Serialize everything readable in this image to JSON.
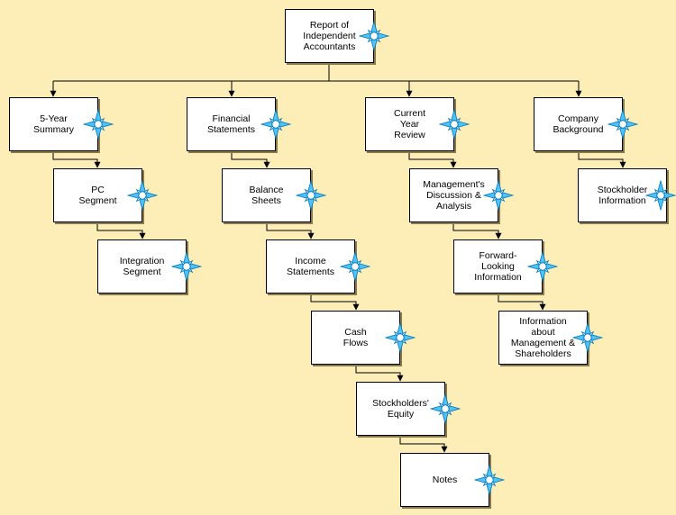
{
  "colors": {
    "background": "#fdedb7",
    "box_fill": "#ffffff",
    "line": "#000000",
    "star_fill": "#4fc3f7",
    "star_dark": "#0277bd"
  },
  "icon": "compass-star-icon",
  "nodes": {
    "root": {
      "label": "Report of\nIndependent\nAccountants"
    },
    "five_year_summary": {
      "label": "5-Year\nSummary"
    },
    "pc_segment": {
      "label": "PC\nSegment"
    },
    "integration_segment": {
      "label": "Integration\nSegment"
    },
    "financial_statements": {
      "label": "Financial\nStatements"
    },
    "balance_sheets": {
      "label": "Balance\nSheets"
    },
    "income_statements": {
      "label": "Income\nStatements"
    },
    "cash_flows": {
      "label": "Cash\nFlows"
    },
    "stockholders_equity": {
      "label": "Stockholders'\nEquity"
    },
    "notes": {
      "label": "Notes"
    },
    "current_year_review": {
      "label": "Current\nYear\nReview"
    },
    "mdna": {
      "label": "Management's\nDiscussion &\nAnalysis"
    },
    "forward_looking": {
      "label": "Forward-\nLooking\nInformation"
    },
    "info_management": {
      "label": "Information\nabout\nManagement &\nShareholders"
    },
    "company_background": {
      "label": "Company\nBackground"
    },
    "stockholder_information": {
      "label": "Stockholder\nInformation"
    }
  }
}
